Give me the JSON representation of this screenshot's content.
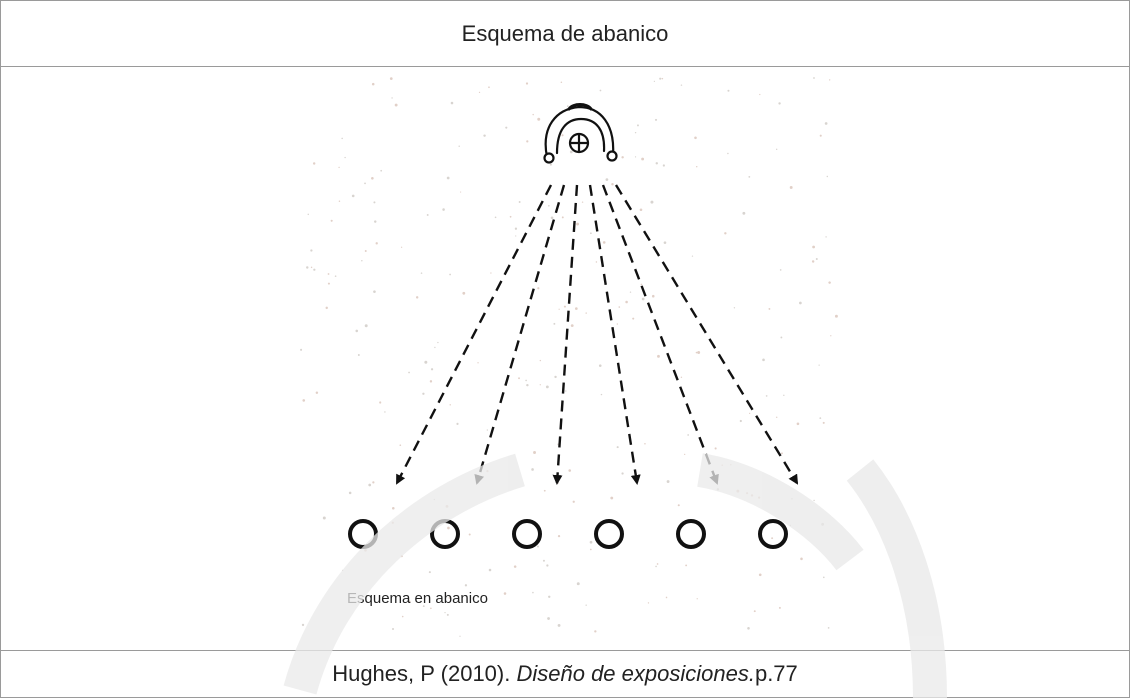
{
  "header": {
    "title": "Esquema de abanico"
  },
  "figure": {
    "label": "Esquema en abanico",
    "visitor_count": 6
  },
  "caption": {
    "author": "Hughes, P (2010). ",
    "title": "Diseño de exposiciones.",
    "page": "p.77"
  }
}
